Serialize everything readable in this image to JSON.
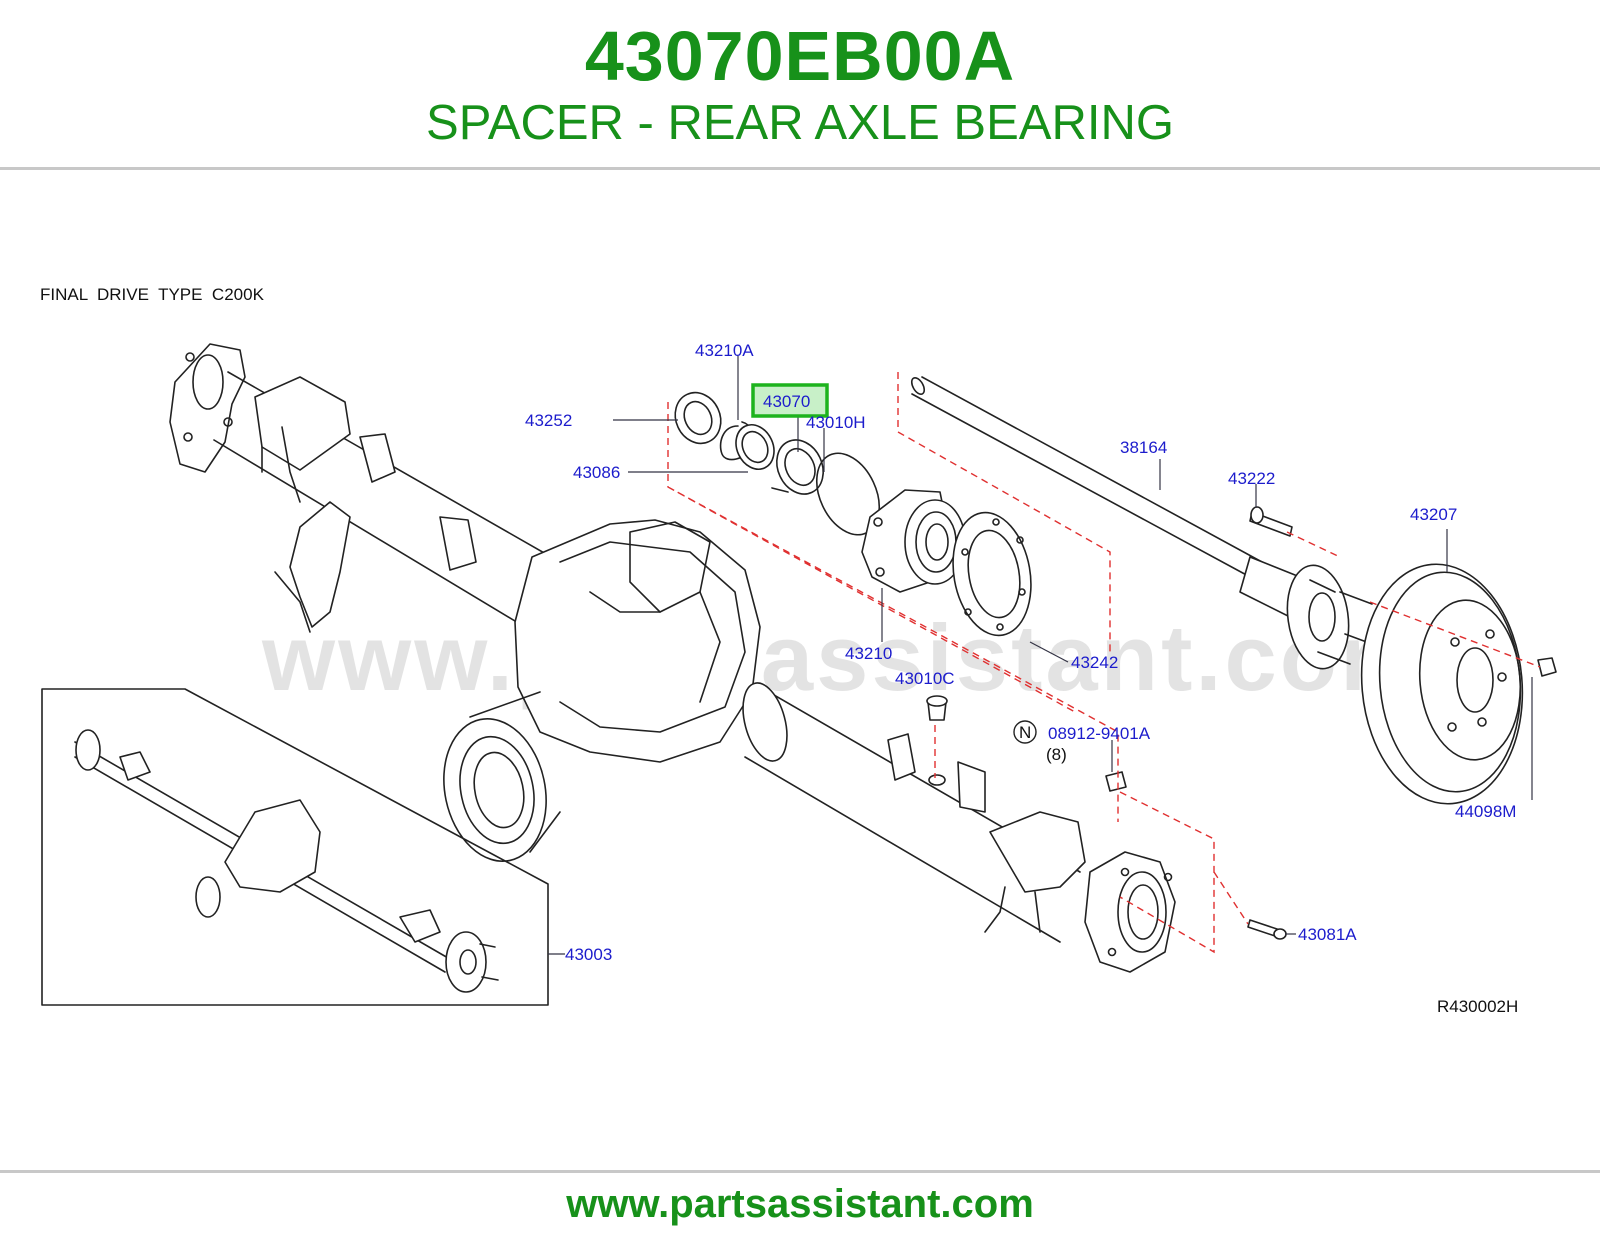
{
  "header": {
    "part_number": "43070EB00A",
    "description": "SPACER - REAR AXLE BEARING"
  },
  "diagram": {
    "note": "FINAL  DRIVE  TYPE  C200K",
    "watermark": "www.partsassistant.com",
    "reference": "R430002H",
    "highlighted_callout": "43070",
    "callouts": {
      "c43210A": "43210A",
      "c43070": "43070",
      "c43252": "43252",
      "c43010H": "43010H",
      "c43086": "43086",
      "c38164": "38164",
      "c43222": "43222",
      "c43207": "43207",
      "c43210": "43210",
      "c43242": "43242",
      "c43010C": "43010C",
      "c08912": "08912-9401A",
      "c08912_qty": "(8)",
      "c08912_symbol": "N",
      "c44098M": "44098M",
      "c43003": "43003",
      "c43081A": "43081A"
    }
  },
  "footer": {
    "url": "www.partsassistant.com"
  },
  "colors": {
    "brand_green": "#17911a",
    "callout_blue": "#1c1ccc",
    "highlight": "#1db31d",
    "dash_red": "#e03030"
  }
}
